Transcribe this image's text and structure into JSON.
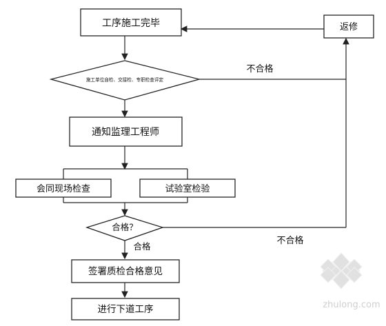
{
  "flowchart": {
    "process_complete": "工序施工完毕",
    "rework": "返修",
    "self_check": "施工单位自检、交接检、专职检查评定",
    "unqualified_top": "不合格",
    "notify_supervisor": "通知监理工程师",
    "joint_site_check": "会同现场检查",
    "lab_test": "试验室检验",
    "qualified_decision": "合格？",
    "qualified": "合格",
    "unqualified_right": "不合格",
    "sign_opinion": "签署质检合格意见",
    "next_process": "进行下道工序"
  },
  "watermark": {
    "text": "zhulong.com",
    "color": "#cfcfcf"
  }
}
